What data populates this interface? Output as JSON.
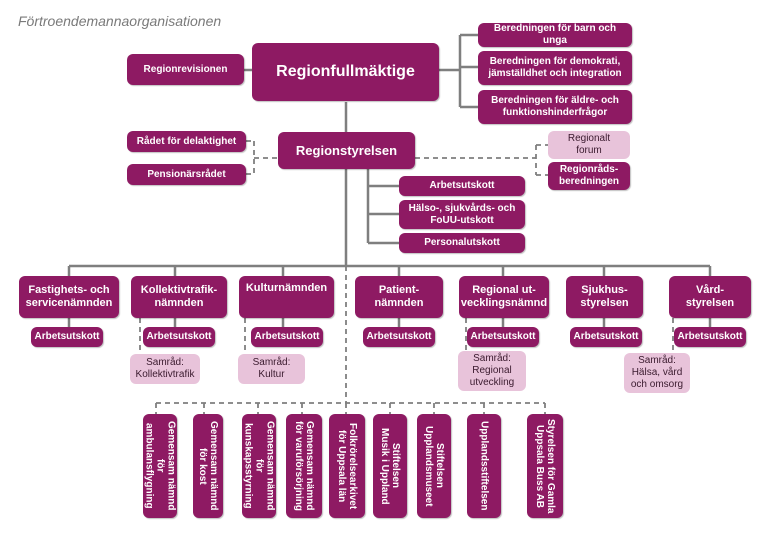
{
  "title": "Förtroendemannaorganisationen",
  "colors": {
    "box": "#8e1a63",
    "light_box": "#e8c3da",
    "line": "#7f7f7f"
  },
  "top": {
    "regionfullmaktige": "Regionfullmäktige",
    "regionrevisionen": "Regionrevisionen",
    "beredningar": [
      "Beredningen för barn och unga",
      "Beredningen för demokrati,\njämställdhet och integration",
      "Beredningen för äldre- och\nfunktionshinderfrågor"
    ]
  },
  "styrelse": {
    "name": "Regionstyrelsen",
    "left": [
      "Rådet för delaktighet",
      "Pensionärsrådet"
    ],
    "right": [
      "Regionalt\nforum",
      "Regionråds-\nberedningen"
    ],
    "utskott": [
      "Arbetsutskott",
      "Hälso-, sjukvårds- och\nFoUU-utskott",
      "Personalutskott"
    ]
  },
  "namnder": [
    {
      "name": "Fastighets- och\nservicenämnden",
      "au": "Arbetsutskott"
    },
    {
      "name": "Kollektivtrafik-\nnämnden",
      "au": "Arbetsutskott",
      "samrad": "Samråd:\nKollektivtrafik"
    },
    {
      "name": "Kulturnämnden",
      "au": "Arbetsutskott",
      "samrad": "Samråd:\nKultur"
    },
    {
      "name": "Patient-\nnämnden",
      "au": "Arbetsutskott"
    },
    {
      "name": "Regional ut-\nvecklingsnämnd",
      "au": "Arbetsutskott",
      "samrad": "Samråd:\nRegional\nutveckling"
    },
    {
      "name": "Sjukhus-\nstyrelsen",
      "au": "Arbetsutskott"
    },
    {
      "name": "Vård-\nstyrelsen",
      "au": "Arbetsutskott",
      "samrad": "Samråd:\nHälsa, vård\noch omsorg"
    }
  ],
  "bottom": [
    "Gemensam nämnd för\nambulansflygning",
    "Gemensam nämnd\nför kost",
    "Gemensam nämnd\nför kunskapsstyrning",
    "Gemensam nämnd\nför varuförsörjning",
    "Folkrörelsearkivet\nför Uppsala län",
    "Stiftelsen\nMusik i Uppland",
    "Stiftelsen\nUpplandsmuseet",
    "Upplandsstiftelsen",
    "Styrelsen för Gamla\nUppsala Buss AB"
  ]
}
